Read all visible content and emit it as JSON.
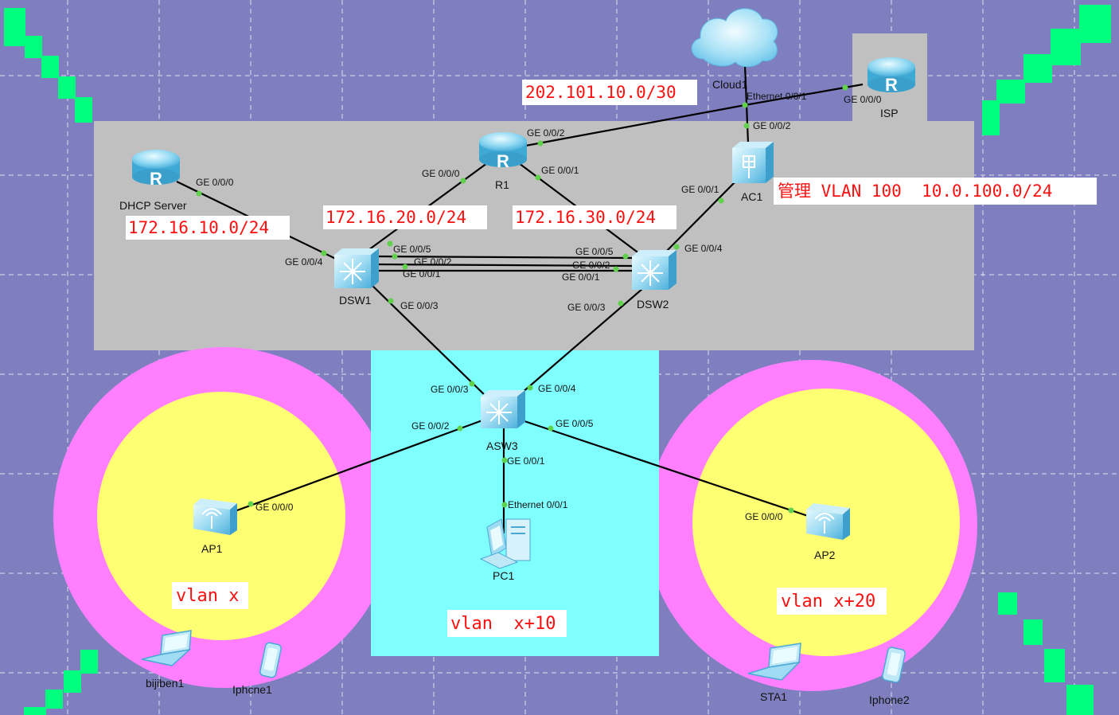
{
  "colors": {
    "background": "#7f7fbf",
    "core_area": "#c0c0c0",
    "access_area": "#80ffff",
    "wireless_outer": "#ff7fff",
    "wireless_inner": "#ffff73",
    "network_label_text": "#ff1010",
    "port_dot": "#5fd14a",
    "decoration": "#00ff7f"
  },
  "devices": {
    "cloud1": "Cloud1",
    "isp": "ISP",
    "r1": "R1",
    "ac1": "AC1",
    "dhcp_server": "DHCP Server",
    "dsw1": "DSW1",
    "dsw2": "DSW2",
    "asw3": "ASW3",
    "pc1": "PC1",
    "ap1": "AP1",
    "ap2": "AP2",
    "bijiben1": "bijiben1",
    "iphone1": "Iphcne1",
    "sta1": "STA1",
    "iphone2": "Iphone2"
  },
  "ports": {
    "ac1_eth001": "Ethernet 0/0/1",
    "isp_ge000": "GE 0/0/0",
    "ac1_ge002": "GE 0/0/2",
    "r1_ge002": "GE 0/0/2",
    "r1_ge000": "GE 0/0/0",
    "r1_ge001": "GE 0/0/1",
    "ac1_ge001": "GE 0/0/1",
    "dhcp_ge000": "GE 0/0/0",
    "dsw1_ge004": "GE 0/0/4",
    "dsw1_ge005": "GE 0/0/5",
    "dsw1_ge002": "GE 0/0/2",
    "dsw1_ge001": "GE 0/0/1",
    "dsw1_ge003": "GE 0/0/3",
    "dsw2_ge005": "GE 0/0/5",
    "dsw2_ge002": "GE 0/0/2",
    "dsw2_ge001": "GE 0/0/1",
    "dsw2_ge004": "GE 0/0/4",
    "dsw2_ge003": "GE 0/0/3",
    "asw3_ge003": "GE 0/0/3",
    "asw3_ge004": "GE 0/0/4",
    "asw3_ge002": "GE 0/0/2",
    "asw3_ge005": "GE 0/0/5",
    "asw3_ge001": "GE 0/0/1",
    "pc1_eth001": "Ethernet 0/0/1",
    "ap1_ge000": "GE 0/0/0",
    "ap2_ge000": "GE 0/0/0"
  },
  "networks": {
    "wan": "202.101.10.0/30",
    "dhcp": "172.16.10.0/24",
    "dsw1_r1": "172.16.20.0/24",
    "r1_dsw2": "172.16.30.0/24",
    "mgmt": "管理 VLAN 100  10.0.100.0/24"
  },
  "vlans": {
    "left": "vlan x",
    "middle": "vlan  x+10",
    "right": "vlan x+20"
  },
  "icons": {
    "router": "router-icon",
    "cloud": "cloud-icon",
    "switch": "switch-icon",
    "ac": "access-controller-icon",
    "ap": "access-point-icon",
    "pc": "pc-icon",
    "laptop": "laptop-icon",
    "phone": "phone-icon"
  }
}
